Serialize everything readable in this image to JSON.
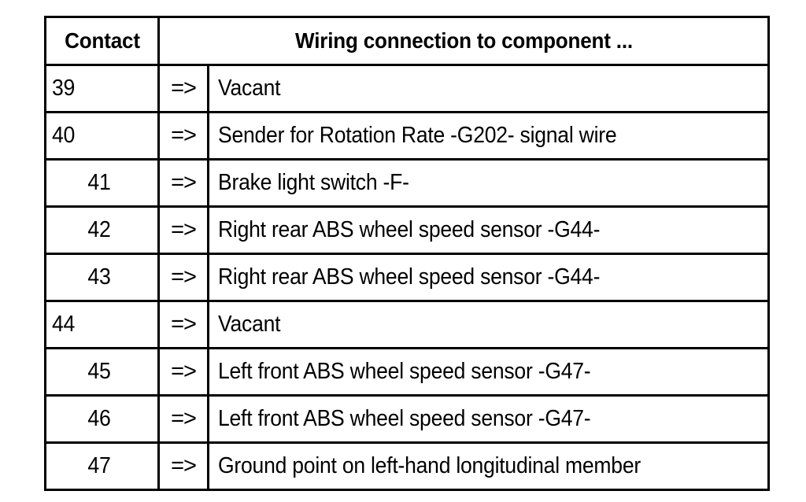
{
  "table": {
    "columns": {
      "contact_header": "Contact",
      "arrow_header": "",
      "description_header": "Wiring connection to component ..."
    },
    "arrow_symbol": "=>",
    "rows": [
      {
        "contact": "39",
        "align": "left",
        "arrow": "=>",
        "description": "Vacant"
      },
      {
        "contact": "40",
        "align": "left",
        "arrow": "=>",
        "description": "Sender for Rotation Rate -G202- signal wire"
      },
      {
        "contact": "41",
        "align": "center",
        "arrow": "=>",
        "description": "Brake light switch -F-"
      },
      {
        "contact": "42",
        "align": "center",
        "arrow": "=>",
        "description": "Right rear ABS wheel speed sensor -G44-"
      },
      {
        "contact": "43",
        "align": "center",
        "arrow": "=>",
        "description": "Right rear ABS wheel speed sensor -G44-"
      },
      {
        "contact": "44",
        "align": "left",
        "arrow": "=>",
        "description": "Vacant"
      },
      {
        "contact": "45",
        "align": "center",
        "arrow": "=>",
        "description": "Left front ABS wheel speed sensor -G47-"
      },
      {
        "contact": "46",
        "align": "center",
        "arrow": "=>",
        "description": "Left front ABS wheel speed sensor -G47-"
      },
      {
        "contact": "47",
        "align": "center",
        "arrow": "=>",
        "description": "Ground point on left-hand longitudinal member"
      }
    ]
  },
  "colors": {
    "border": "#000000",
    "text": "#000000",
    "background": "#ffffff"
  }
}
